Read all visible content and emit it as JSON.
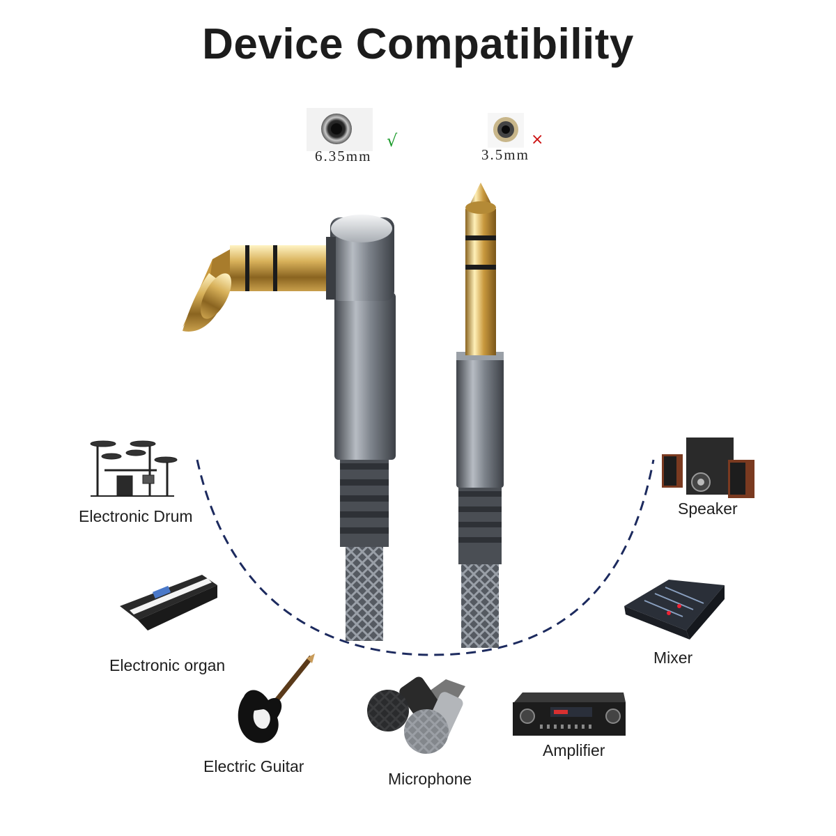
{
  "title": "Device Compatibility",
  "jacks": [
    {
      "label": "6.35mm",
      "mark": "√",
      "mark_color": "#1a9a2a",
      "status_icon": "check-icon"
    },
    {
      "label": "3.5mm",
      "mark": "×",
      "mark_color": "#cc1111",
      "status_icon": "cross-icon"
    }
  ],
  "devices": {
    "drum": "Electronic Drum",
    "organ": "Electronic organ",
    "guitar": "Electric Guitar",
    "microphone": "Microphone",
    "amplifier": "Amplifier",
    "mixer": "Mixer",
    "speaker": "Speaker"
  },
  "colors": {
    "arc": "#1c2a5e",
    "gold": "#c8a24a",
    "metal": "#6b7078",
    "braid": "#5a5f66"
  }
}
